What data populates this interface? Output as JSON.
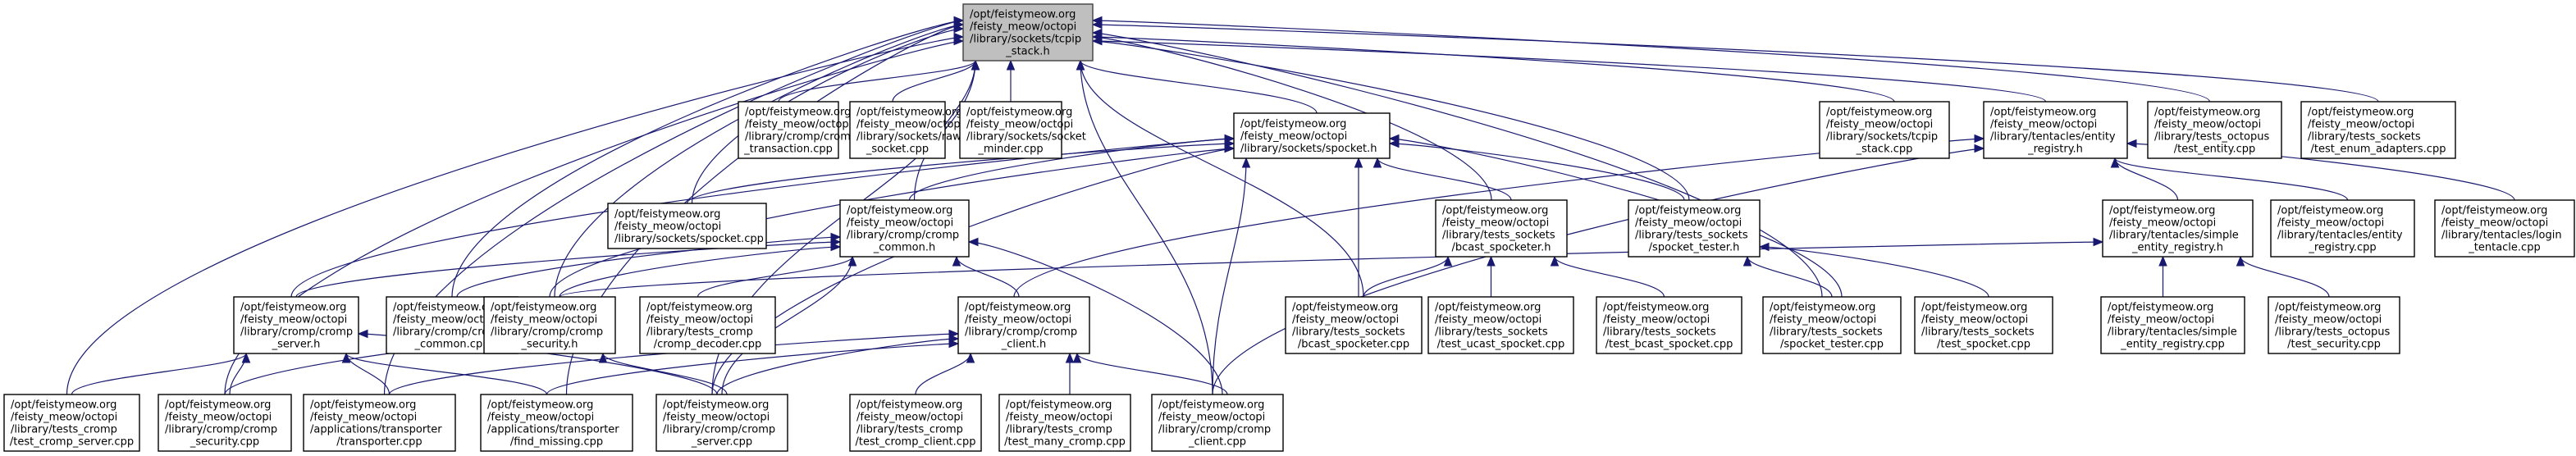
{
  "diagram": {
    "type": "include-dependency-graph",
    "colors": {
      "edge": "#191970",
      "root_fill": "#bfbfbf",
      "node_fill": "#ffffff",
      "border": "#000000"
    },
    "nodes": [
      {
        "id": "tcpip_stack_h",
        "root": true,
        "lines": [
          "/opt/feistymeow.org",
          "/feisty_meow/octopi",
          "/library/sockets/tcpip",
          "_stack.h"
        ]
      },
      {
        "id": "cromp_transaction_cpp",
        "lines": [
          "/opt/feistymeow.org",
          "/feisty_meow/octopi",
          "/library/cromp/cromp",
          "_transaction.cpp"
        ]
      },
      {
        "id": "raw_socket_cpp",
        "lines": [
          "/opt/feistymeow.org",
          "/feisty_meow/octopi",
          "/library/sockets/raw",
          "_socket.cpp"
        ]
      },
      {
        "id": "socket_minder_cpp",
        "lines": [
          "/opt/feistymeow.org",
          "/feisty_meow/octopi",
          "/library/sockets/socket",
          "_minder.cpp"
        ]
      },
      {
        "id": "spocket_h",
        "lines": [
          "/opt/feistymeow.org",
          "/feisty_meow/octopi",
          "/library/sockets/spocket.h"
        ]
      },
      {
        "id": "tcpip_stack_cpp",
        "lines": [
          "/opt/feistymeow.org",
          "/feisty_meow/octopi",
          "/library/sockets/tcpip",
          "_stack.cpp"
        ]
      },
      {
        "id": "entity_registry_h",
        "lines": [
          "/opt/feistymeow.org",
          "/feisty_meow/octopi",
          "/library/tentacles/entity",
          "_registry.h"
        ]
      },
      {
        "id": "test_entity_cpp",
        "lines": [
          "/opt/feistymeow.org",
          "/feisty_meow/octopi",
          "/library/tests_octopus",
          "/test_entity.cpp"
        ]
      },
      {
        "id": "test_enum_adapters_cpp",
        "lines": [
          "/opt/feistymeow.org",
          "/feisty_meow/octopi",
          "/library/tests_sockets",
          "/test_enum_adapters.cpp"
        ]
      },
      {
        "id": "spocket_cpp",
        "lines": [
          "/opt/feistymeow.org",
          "/feisty_meow/octopi",
          "/library/sockets/spocket.cpp"
        ]
      },
      {
        "id": "cromp_common_h",
        "lines": [
          "/opt/feistymeow.org",
          "/feisty_meow/octopi",
          "/library/cromp/cromp",
          "_common.h"
        ]
      },
      {
        "id": "bcast_spocketer_h",
        "lines": [
          "/opt/feistymeow.org",
          "/feisty_meow/octopi",
          "/library/tests_sockets",
          "/bcast_spocketer.h"
        ]
      },
      {
        "id": "spocket_tester_h",
        "lines": [
          "/opt/feistymeow.org",
          "/feisty_meow/octopi",
          "/library/tests_sockets",
          "/spocket_tester.h"
        ]
      },
      {
        "id": "simple_entity_registry_h",
        "lines": [
          "/opt/feistymeow.org",
          "/feisty_meow/octopi",
          "/library/tentacles/simple",
          "_entity_registry.h"
        ]
      },
      {
        "id": "entity_registry_cpp",
        "lines": [
          "/opt/feistymeow.org",
          "/feisty_meow/octopi",
          "/library/tentacles/entity",
          "_registry.cpp"
        ]
      },
      {
        "id": "login_tentacle_cpp",
        "lines": [
          "/opt/feistymeow.org",
          "/feisty_meow/octopi",
          "/library/tentacles/login",
          "_tentacle.cpp"
        ]
      },
      {
        "id": "cromp_server_h",
        "lines": [
          "/opt/feistymeow.org",
          "/feisty_meow/octopi",
          "/library/cromp/cromp",
          "_server.h"
        ]
      },
      {
        "id": "cromp_common_cpp",
        "lines": [
          "/opt/feistymeow.org",
          "/feisty_meow/octopi",
          "/library/cromp/cromp",
          "_common.cpp"
        ]
      },
      {
        "id": "cromp_security_h",
        "lines": [
          "/opt/feistymeow.org",
          "/feisty_meow/octopi",
          "/library/cromp/cromp",
          "_security.h"
        ]
      },
      {
        "id": "cromp_decoder_cpp",
        "lines": [
          "/opt/feistymeow.org",
          "/feisty_meow/octopi",
          "/library/tests_cromp",
          "/cromp_decoder.cpp"
        ]
      },
      {
        "id": "cromp_client_h",
        "lines": [
          "/opt/feistymeow.org",
          "/feisty_meow/octopi",
          "/library/cromp/cromp",
          "_client.h"
        ]
      },
      {
        "id": "bcast_spocketer_cpp",
        "lines": [
          "/opt/feistymeow.org",
          "/feisty_meow/octopi",
          "/library/tests_sockets",
          "/bcast_spocketer.cpp"
        ]
      },
      {
        "id": "test_ucast_spocket_cpp",
        "lines": [
          "/opt/feistymeow.org",
          "/feisty_meow/octopi",
          "/library/tests_sockets",
          "/test_ucast_spocket.cpp"
        ]
      },
      {
        "id": "test_bcast_spocket_cpp",
        "lines": [
          "/opt/feistymeow.org",
          "/feisty_meow/octopi",
          "/library/tests_sockets",
          "/test_bcast_spocket.cpp"
        ]
      },
      {
        "id": "spocket_tester_cpp",
        "lines": [
          "/opt/feistymeow.org",
          "/feisty_meow/octopi",
          "/library/tests_sockets",
          "/spocket_tester.cpp"
        ]
      },
      {
        "id": "test_spocket_cpp",
        "lines": [
          "/opt/feistymeow.org",
          "/feisty_meow/octopi",
          "/library/tests_sockets",
          "/test_spocket.cpp"
        ]
      },
      {
        "id": "simple_entity_registry_cpp",
        "lines": [
          "/opt/feistymeow.org",
          "/feisty_meow/octopi",
          "/library/tentacles/simple",
          "_entity_registry.cpp"
        ]
      },
      {
        "id": "test_security_cpp",
        "lines": [
          "/opt/feistymeow.org",
          "/feisty_meow/octopi",
          "/library/tests_octopus",
          "/test_security.cpp"
        ]
      },
      {
        "id": "test_cromp_server_cpp",
        "lines": [
          "/opt/feistymeow.org",
          "/feisty_meow/octopi",
          "/library/tests_cromp",
          "/test_cromp_server.cpp"
        ]
      },
      {
        "id": "cromp_security_cpp",
        "lines": [
          "/opt/feistymeow.org",
          "/feisty_meow/octopi",
          "/library/cromp/cromp",
          "_security.cpp"
        ]
      },
      {
        "id": "transporter_cpp",
        "lines": [
          "/opt/feistymeow.org",
          "/feisty_meow/octopi",
          "/applications/transporter",
          "/transporter.cpp"
        ]
      },
      {
        "id": "find_missing_cpp",
        "lines": [
          "/opt/feistymeow.org",
          "/feisty_meow/octopi",
          "/applications/transporter",
          "/find_missing.cpp"
        ]
      },
      {
        "id": "cromp_server_cpp",
        "lines": [
          "/opt/feistymeow.org",
          "/feisty_meow/octopi",
          "/library/cromp/cromp",
          "_server.cpp"
        ]
      },
      {
        "id": "test_cromp_client_cpp",
        "lines": [
          "/opt/feistymeow.org",
          "/feisty_meow/octopi",
          "/library/tests_cromp",
          "/test_cromp_client.cpp"
        ]
      },
      {
        "id": "test_many_cromp_cpp",
        "lines": [
          "/opt/feistymeow.org",
          "/feisty_meow/octopi",
          "/library/tests_cromp",
          "/test_many_cromp.cpp"
        ]
      },
      {
        "id": "cromp_client_cpp",
        "lines": [
          "/opt/feistymeow.org",
          "/feisty_meow/octopi",
          "/library/cromp/cromp",
          "_client.cpp"
        ]
      }
    ],
    "edges": [
      [
        "cromp_transaction_cpp",
        "tcpip_stack_h"
      ],
      [
        "raw_socket_cpp",
        "tcpip_stack_h"
      ],
      [
        "socket_minder_cpp",
        "tcpip_stack_h"
      ],
      [
        "spocket_h",
        "tcpip_stack_h"
      ],
      [
        "tcpip_stack_cpp",
        "tcpip_stack_h"
      ],
      [
        "entity_registry_h",
        "tcpip_stack_h"
      ],
      [
        "test_entity_cpp",
        "tcpip_stack_h"
      ],
      [
        "test_enum_adapters_cpp",
        "tcpip_stack_h"
      ],
      [
        "spocket_cpp",
        "tcpip_stack_h"
      ],
      [
        "cromp_common_h",
        "tcpip_stack_h"
      ],
      [
        "bcast_spocketer_h",
        "tcpip_stack_h"
      ],
      [
        "spocket_tester_h",
        "tcpip_stack_h"
      ],
      [
        "cromp_common_cpp",
        "tcpip_stack_h"
      ],
      [
        "cromp_security_h",
        "tcpip_stack_h"
      ],
      [
        "bcast_spocketer_cpp",
        "tcpip_stack_h"
      ],
      [
        "spocket_tester_cpp",
        "tcpip_stack_h"
      ],
      [
        "test_cromp_server_cpp",
        "tcpip_stack_h"
      ],
      [
        "cromp_security_cpp",
        "tcpip_stack_h"
      ],
      [
        "transporter_cpp",
        "tcpip_stack_h"
      ],
      [
        "find_missing_cpp",
        "tcpip_stack_h"
      ],
      [
        "cromp_server_cpp",
        "tcpip_stack_h"
      ],
      [
        "cromp_client_cpp",
        "tcpip_stack_h"
      ],
      [
        "spocket_cpp",
        "spocket_h"
      ],
      [
        "cromp_common_h",
        "spocket_h"
      ],
      [
        "bcast_spocketer_h",
        "spocket_h"
      ],
      [
        "spocket_tester_h",
        "spocket_h"
      ],
      [
        "cromp_server_h",
        "spocket_h"
      ],
      [
        "cromp_security_h",
        "spocket_h"
      ],
      [
        "bcast_spocketer_cpp",
        "spocket_h"
      ],
      [
        "spocket_tester_cpp",
        "spocket_h"
      ],
      [
        "cromp_server_cpp",
        "spocket_h"
      ],
      [
        "cromp_client_cpp",
        "spocket_h"
      ],
      [
        "simple_entity_registry_h",
        "entity_registry_h"
      ],
      [
        "entity_registry_cpp",
        "entity_registry_h"
      ],
      [
        "login_tentacle_cpp",
        "entity_registry_h"
      ],
      [
        "cromp_client_h",
        "entity_registry_h"
      ],
      [
        "cromp_client_cpp",
        "entity_registry_h"
      ],
      [
        "cromp_server_h",
        "cromp_common_h"
      ],
      [
        "cromp_common_cpp",
        "cromp_common_h"
      ],
      [
        "cromp_security_h",
        "cromp_common_h"
      ],
      [
        "cromp_decoder_cpp",
        "cromp_common_h"
      ],
      [
        "cromp_client_h",
        "cromp_common_h"
      ],
      [
        "cromp_server_cpp",
        "cromp_common_h"
      ],
      [
        "cromp_client_cpp",
        "cromp_common_h"
      ],
      [
        "bcast_spocketer_cpp",
        "bcast_spocketer_h"
      ],
      [
        "test_ucast_spocket_cpp",
        "bcast_spocketer_h"
      ],
      [
        "test_bcast_spocket_cpp",
        "bcast_spocketer_h"
      ],
      [
        "spocket_tester_cpp",
        "spocket_tester_h"
      ],
      [
        "test_spocket_cpp",
        "spocket_tester_h"
      ],
      [
        "cromp_security_h",
        "simple_entity_registry_h"
      ],
      [
        "simple_entity_registry_cpp",
        "simple_entity_registry_h"
      ],
      [
        "test_security_cpp",
        "simple_entity_registry_h"
      ],
      [
        "test_cromp_server_cpp",
        "cromp_server_h"
      ],
      [
        "cromp_security_cpp",
        "cromp_server_h"
      ],
      [
        "transporter_cpp",
        "cromp_server_h"
      ],
      [
        "find_missing_cpp",
        "cromp_server_h"
      ],
      [
        "cromp_server_cpp",
        "cromp_server_h"
      ],
      [
        "cromp_security_cpp",
        "cromp_security_h"
      ],
      [
        "cromp_server_cpp",
        "cromp_security_h"
      ],
      [
        "transporter_cpp",
        "cromp_client_h"
      ],
      [
        "find_missing_cpp",
        "cromp_client_h"
      ],
      [
        "cromp_server_cpp",
        "cromp_client_h"
      ],
      [
        "test_cromp_client_cpp",
        "cromp_client_h"
      ],
      [
        "test_many_cromp_cpp",
        "cromp_client_h"
      ],
      [
        "cromp_client_cpp",
        "cromp_client_h"
      ]
    ]
  }
}
